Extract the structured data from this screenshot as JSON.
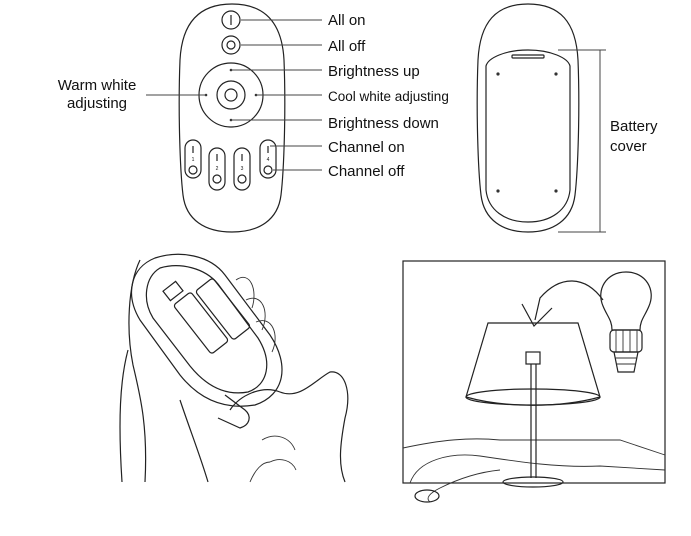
{
  "labels": {
    "all_on": "All on",
    "all_off": "All off",
    "brightness_up": "Brightness up",
    "cool_white": "Cool white adjusting",
    "brightness_down": "Brightness down",
    "channel_on": "Channel on",
    "channel_off": "Channel off",
    "warm_white_line1": "Warm white",
    "warm_white_line2": "adjusting",
    "battery_line1": "Battery",
    "battery_line2": "cover"
  },
  "channels": [
    "1",
    "2",
    "3",
    "4"
  ]
}
